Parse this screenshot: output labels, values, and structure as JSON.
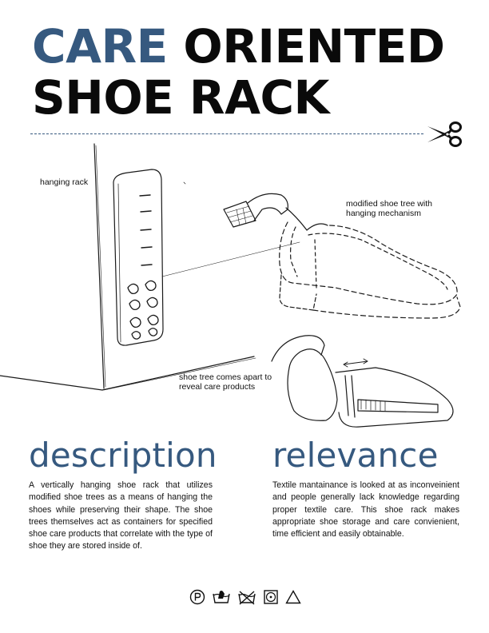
{
  "title": {
    "line1_accent": "CARE",
    "line1_rest": " ORIENTED",
    "line2": "SHOE RACK",
    "accent_color": "#36597f"
  },
  "icons": {
    "cut_icon": "scissors-icon",
    "care_symbols": [
      "professional-cleaning-p-icon",
      "hand-wash-icon",
      "do-not-tumble-dry-icon",
      "tumble-dry-icon",
      "bleach-allowed-icon"
    ]
  },
  "sketch": {
    "labels": {
      "hanging_rack": "hanging rack",
      "modified_tree": "modified shoe tree with hanging mechanism",
      "comes_apart": "shoe tree comes apart to reveal care products"
    }
  },
  "description": {
    "heading": "description",
    "body": "A vertically hanging shoe rack that utilizes modified shoe trees as a means of hanging the shoes while preserving their shape. The shoe trees themselves act as containers for specified shoe care products that correlate with the type of shoe they are stored inside of."
  },
  "relevance": {
    "heading": "relevance",
    "body": "Textile mantainance is looked at as inconveinient and people generally lack knowledge regarding proper textile care. This shoe rack makes appropriate shoe storage and care convienient, time efficient and easily obtainable."
  }
}
